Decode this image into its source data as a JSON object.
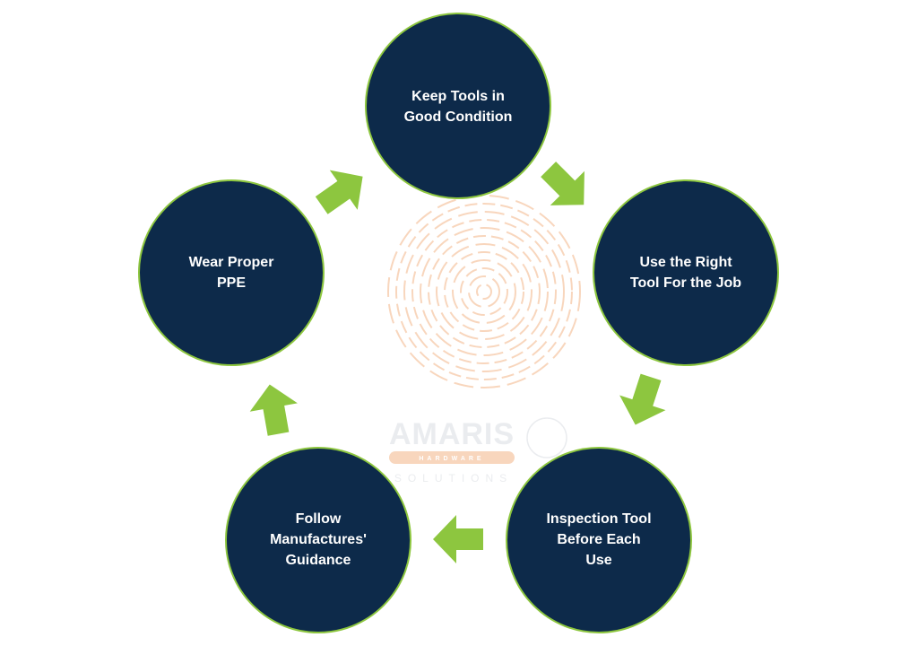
{
  "colors": {
    "node_fill": "#0d2a4a",
    "node_stroke": "#8dc63f",
    "node_text": "#ffffff",
    "arrow": "#8dc63f",
    "watermark": "#f6c9a8",
    "watermark_text": "#e4e6ea"
  },
  "nodes": [
    {
      "id": "keep-tools",
      "lines": [
        "Keep Tools in",
        "Good Condition"
      ]
    },
    {
      "id": "right-tool",
      "lines": [
        "Use the Right",
        "Tool For the Job"
      ]
    },
    {
      "id": "inspection",
      "lines": [
        "Inspection Tool",
        "Before Each",
        "Use"
      ]
    },
    {
      "id": "manufacturer",
      "lines": [
        "Follow",
        "Manufactures'",
        "Guidance"
      ]
    },
    {
      "id": "ppe",
      "lines": [
        "Wear Proper",
        "PPE"
      ]
    }
  ],
  "watermark": {
    "name": "AMARIS",
    "tagline": "HARDWARE",
    "sub": "SOLUTIONS"
  }
}
